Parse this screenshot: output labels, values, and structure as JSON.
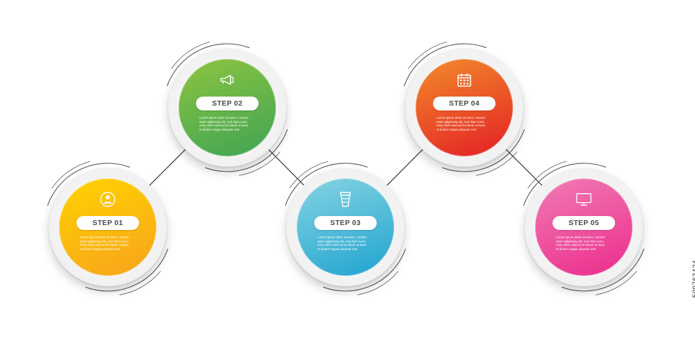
{
  "steps": [
    {
      "label": "STEP 01",
      "icon": "businessman-icon",
      "gradient": [
        "#FFD400",
        "#F7A21C"
      ],
      "body": [
        "Lorem ipsum dolor sit amet, consect",
        "etuer adipiscing elit, sed diam nonu",
        "mmy nibh euismod tincidunt ut laore",
        "et dolore magna aliquam erat"
      ]
    },
    {
      "label": "STEP 02",
      "icon": "megaphone-icon",
      "gradient": [
        "#8CC43F",
        "#3FA455"
      ],
      "body": [
        "Lorem ipsum dolor sit amet, consect",
        "etuer adipiscing elit, sed diam nonu",
        "mmy nibh euismod tincidunt ut laore",
        "et dolore magna aliquam erat"
      ]
    },
    {
      "label": "STEP 03",
      "icon": "coffee-cup-icon",
      "gradient": [
        "#86D4E1",
        "#1FA3D0"
      ],
      "body": [
        "Lorem ipsum dolor sit amet, consect",
        "etuer adipiscing elit, sed diam nonu",
        "mmy nibh euismod tincidunt ut laore",
        "et dolore magna aliquam erat"
      ]
    },
    {
      "label": "STEP 04",
      "icon": "calendar-icon",
      "gradient": [
        "#F28C2A",
        "#E31E25"
      ],
      "body": [
        "Lorem ipsum dolor sit amet, consect",
        "etuer adipiscing elit, sed diam nonu",
        "mmy nibh euismod tincidunt ut laore",
        "et dolore magna aliquam erat"
      ]
    },
    {
      "label": "STEP 05",
      "icon": "monitor-icon",
      "gradient": [
        "#F07BB3",
        "#EC2C8C"
      ],
      "body": [
        "Lorem ipsum dolor sit amet, consect",
        "etuer adipiscing elit, sed diam nonu",
        "mmy nibh euismod tincidunt ut laore",
        "et dolore magna aliquam erat"
      ]
    }
  ],
  "watermark": "509763424",
  "connector_color": "#333333"
}
